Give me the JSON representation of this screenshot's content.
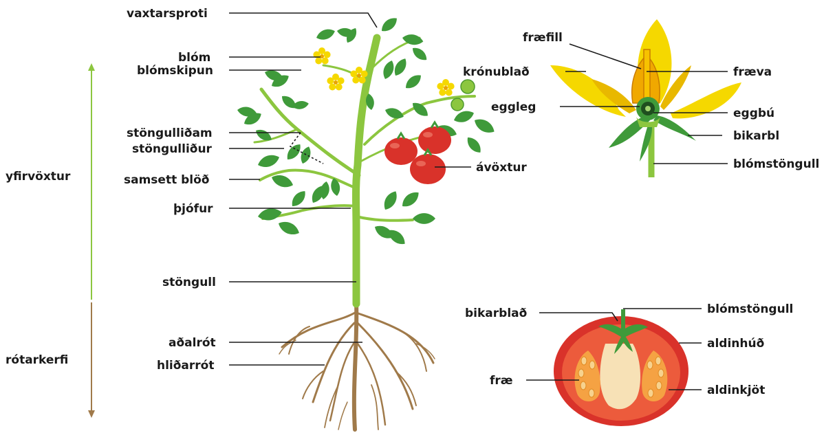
{
  "colors": {
    "leaf": "#3f9a3a",
    "leaf_dark": "#2f7f2f",
    "stem": "#8cc63f",
    "petal": "#f5d800",
    "tomato": "#d9322a",
    "root": "#a07a4a",
    "shoot_arrow": "#8cc63f",
    "root_arrow": "#a07a4a",
    "label": "#1a1a1a"
  },
  "groups": {
    "shoot": "yfirvöxtur",
    "roots": "rótarkerfi"
  },
  "plant": {
    "apical_bud": "vaxtarsproti",
    "flower": "blóm",
    "inflorescence": "blómskipun",
    "node": "stöngulliðam",
    "internode": "stöngulliður",
    "compound_leaves": "samsett blöð",
    "sucker": "þjófur",
    "stem": "stöngull",
    "taproot": "aðalrót",
    "lateral_root": "hliðarrót",
    "fruit": "ávöxtur"
  },
  "flower_detail": {
    "stamen": "fræfill",
    "petal": "krónublað",
    "pistil": "fræva",
    "style": "eggleg",
    "ovary": "eggbú",
    "sepal": "bikarbl",
    "peduncle": "blómstöngull"
  },
  "fruit_detail": {
    "calyx": "bikarblað",
    "peduncle": "blómstöngull",
    "skin": "aldinhúð",
    "seed": "fræ",
    "flesh": "aldinkjöt"
  }
}
